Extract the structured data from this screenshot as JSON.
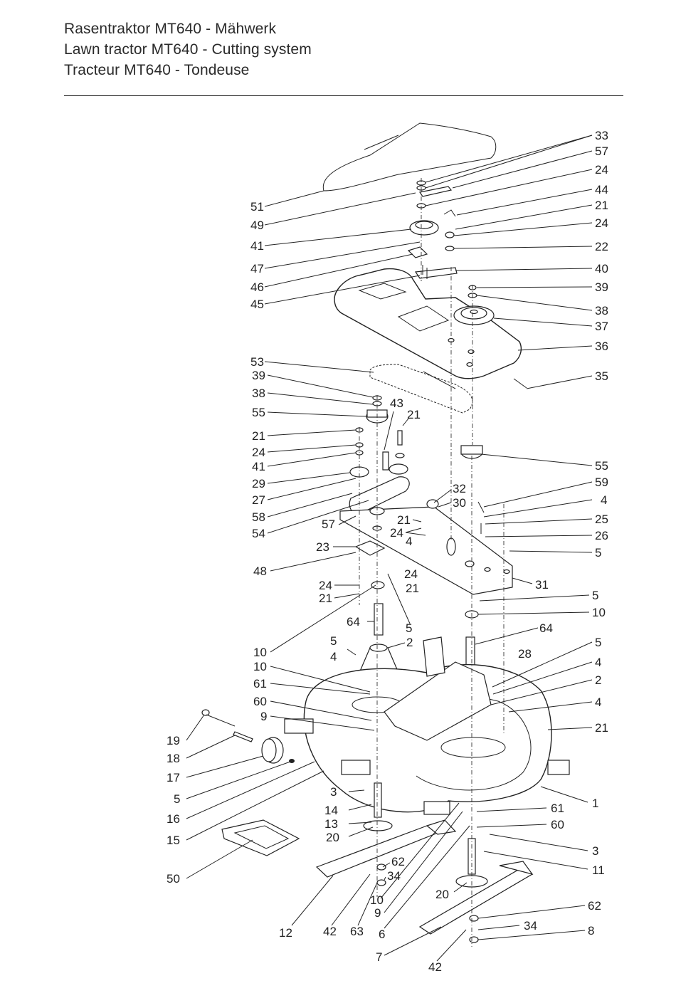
{
  "header": {
    "title_de": "Rasentraktor MT640 - Mähwerk",
    "title_en": "Lawn tractor MT640 - Cutting system",
    "title_fr": "Tracteur MT640 - Tondeuse"
  },
  "callouts": [
    {
      "id": "r33",
      "label": "33"
    },
    {
      "id": "r57a",
      "label": "57"
    },
    {
      "id": "r24a",
      "label": "24"
    },
    {
      "id": "r44",
      "label": "44"
    },
    {
      "id": "r21a",
      "label": "21"
    },
    {
      "id": "r24b",
      "label": "24"
    },
    {
      "id": "r22",
      "label": "22"
    },
    {
      "id": "r40",
      "label": "40"
    },
    {
      "id": "r39",
      "label": "39"
    },
    {
      "id": "r38",
      "label": "38"
    },
    {
      "id": "r37",
      "label": "37"
    },
    {
      "id": "r36",
      "label": "36"
    },
    {
      "id": "r35",
      "label": "35"
    },
    {
      "id": "r55",
      "label": "55"
    },
    {
      "id": "r59",
      "label": "59"
    },
    {
      "id": "r4a",
      "label": "4"
    },
    {
      "id": "r25",
      "label": "25"
    },
    {
      "id": "r26",
      "label": "26"
    },
    {
      "id": "r5a",
      "label": "5"
    },
    {
      "id": "r31",
      "label": "31"
    },
    {
      "id": "r5b",
      "label": "5"
    },
    {
      "id": "r10",
      "label": "10"
    },
    {
      "id": "r64",
      "label": "64"
    },
    {
      "id": "r5c",
      "label": "5"
    },
    {
      "id": "r28",
      "label": "28"
    },
    {
      "id": "r4b",
      "label": "4"
    },
    {
      "id": "r2",
      "label": "2"
    },
    {
      "id": "r4c",
      "label": "4"
    },
    {
      "id": "r21b",
      "label": "21"
    },
    {
      "id": "r1",
      "label": "1"
    },
    {
      "id": "r61",
      "label": "61"
    },
    {
      "id": "r60",
      "label": "60"
    },
    {
      "id": "r3",
      "label": "3"
    },
    {
      "id": "r11",
      "label": "11"
    },
    {
      "id": "r62",
      "label": "62"
    },
    {
      "id": "r34",
      "label": "34"
    },
    {
      "id": "r8",
      "label": "8"
    },
    {
      "id": "l51",
      "label": "51"
    },
    {
      "id": "l49",
      "label": "49"
    },
    {
      "id": "l41",
      "label": "41"
    },
    {
      "id": "l47",
      "label": "47"
    },
    {
      "id": "l46",
      "label": "46"
    },
    {
      "id": "l45",
      "label": "45"
    },
    {
      "id": "l53",
      "label": "53"
    },
    {
      "id": "l39",
      "label": "39"
    },
    {
      "id": "l38",
      "label": "38"
    },
    {
      "id": "l55",
      "label": "55"
    },
    {
      "id": "l21a",
      "label": "21"
    },
    {
      "id": "l24a",
      "label": "24"
    },
    {
      "id": "l41b",
      "label": "41"
    },
    {
      "id": "l29",
      "label": "29"
    },
    {
      "id": "l27",
      "label": "27"
    },
    {
      "id": "l58",
      "label": "58"
    },
    {
      "id": "l54",
      "label": "54"
    },
    {
      "id": "l48",
      "label": "48"
    },
    {
      "id": "l10a",
      "label": "10"
    },
    {
      "id": "l10b",
      "label": "10"
    },
    {
      "id": "l61",
      "label": "61"
    },
    {
      "id": "l60",
      "label": "60"
    },
    {
      "id": "l9",
      "label": "9"
    },
    {
      "id": "l19",
      "label": "19"
    },
    {
      "id": "l18",
      "label": "18"
    },
    {
      "id": "l17",
      "label": "17"
    },
    {
      "id": "l5",
      "label": "5"
    },
    {
      "id": "l16",
      "label": "16"
    },
    {
      "id": "l15",
      "label": "15"
    },
    {
      "id": "l50",
      "label": "50"
    },
    {
      "id": "c43",
      "label": "43"
    },
    {
      "id": "c21a",
      "label": "21"
    },
    {
      "id": "c57",
      "label": "57"
    },
    {
      "id": "c23",
      "label": "23"
    },
    {
      "id": "c21b",
      "label": "21"
    },
    {
      "id": "c24a",
      "label": "24"
    },
    {
      "id": "c4",
      "label": "4"
    },
    {
      "id": "c32",
      "label": "32"
    },
    {
      "id": "c30",
      "label": "30"
    },
    {
      "id": "c24b",
      "label": "24"
    },
    {
      "id": "c21c",
      "label": "21"
    },
    {
      "id": "c24c",
      "label": "24"
    },
    {
      "id": "c21d",
      "label": "21"
    },
    {
      "id": "c64",
      "label": "64"
    },
    {
      "id": "c5a",
      "label": "5"
    },
    {
      "id": "c5b",
      "label": "5"
    },
    {
      "id": "c4b",
      "label": "4"
    },
    {
      "id": "c2",
      "label": "2"
    },
    {
      "id": "c3",
      "label": "3"
    },
    {
      "id": "c14",
      "label": "14"
    },
    {
      "id": "c13",
      "label": "13"
    },
    {
      "id": "c20a",
      "label": "20"
    },
    {
      "id": "c62",
      "label": "62"
    },
    {
      "id": "c34",
      "label": "34"
    },
    {
      "id": "c10",
      "label": "10"
    },
    {
      "id": "c9",
      "label": "9"
    },
    {
      "id": "c20b",
      "label": "20"
    },
    {
      "id": "b12",
      "label": "12"
    },
    {
      "id": "b42a",
      "label": "42"
    },
    {
      "id": "b63",
      "label": "63"
    },
    {
      "id": "b6",
      "label": "6"
    },
    {
      "id": "b7",
      "label": "7"
    },
    {
      "id": "b42b",
      "label": "42"
    }
  ]
}
